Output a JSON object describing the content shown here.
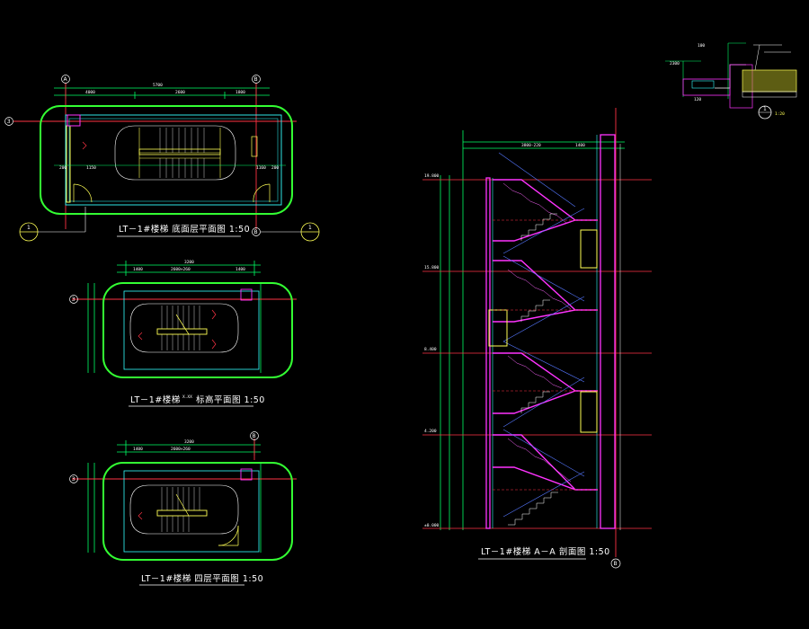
{
  "colors": {
    "background": "#000000",
    "wall_outline": "#33ff33",
    "dimension": "#00ff66",
    "grid_axis": "#ff3344",
    "stair": "#ffff55",
    "cyan": "#33ffff",
    "magenta": "#ff33ff",
    "white": "#ffffff",
    "blue": "#5577ff"
  },
  "plans": [
    {
      "id": "ground",
      "title": "LT－1#楼梯 底面层平面图 1:50"
    },
    {
      "id": "typical",
      "title": "LT－1#楼梯",
      "title_small": "X.XX",
      "title_suffix": "标高平面图 1:50"
    },
    {
      "id": "fourth",
      "title": "LT－1#楼梯 四层平面图 1:50"
    }
  ],
  "section": {
    "title": "LT－1#楼梯 A－A 剖面图 1:50"
  },
  "axis_labels": {
    "A": "A",
    "B": "B",
    "axis3": "3",
    "sect1": "1",
    "sect_div": "1"
  },
  "detail": {
    "bubble": "1",
    "scale": "1:20"
  }
}
